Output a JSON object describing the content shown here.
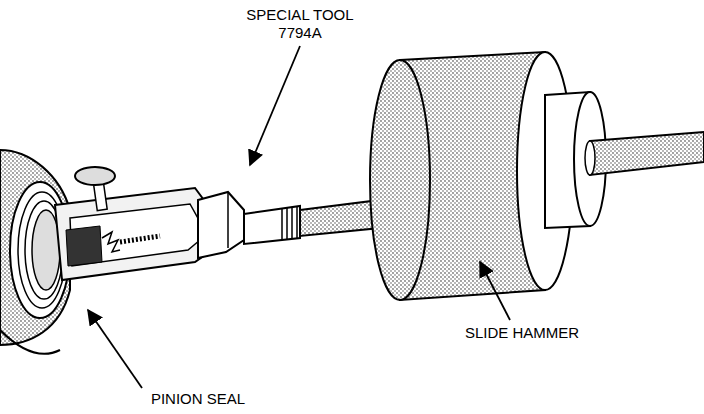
{
  "diagram": {
    "labels": [
      "SPECIAL TOOL 7794A",
      "SLIDE HAMMER",
      "PINION SEAL"
    ]
  }
}
